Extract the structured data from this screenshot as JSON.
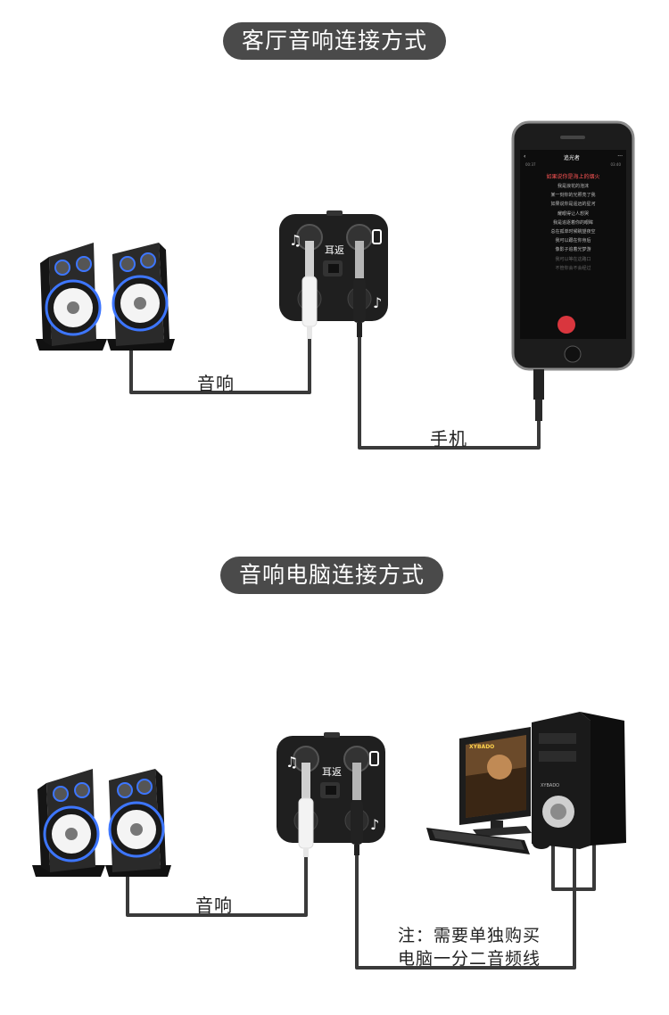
{
  "section1": {
    "title": "客厅音响连接方式",
    "speaker_label": "音响",
    "phone_label": "手机",
    "adapter_label": "耳返",
    "phone_screen": {
      "song_title": "追光者",
      "time_left": "00:37",
      "time_right": "03:40",
      "lyric_highlight": "如果说你是海上的烟火",
      "lyrics": [
        "我是浪花的泡沫",
        "某一刻你的光照亮了我",
        "如果说你是遥远的星河",
        "耀眼得让人想哭",
        "我是追逐着你的眼眸",
        "总在孤单时候眺望夜空",
        "我可以跟在你身后",
        "像影子追着光梦游",
        "我可以等在这路口",
        "不管你会不会经过"
      ]
    }
  },
  "section2": {
    "title": "音响电脑连接方式",
    "speaker_label": "音响",
    "adapter_label": "耳返",
    "monitor_brand": "XYBADO",
    "tower_brand": "XYBADO",
    "note_line1": "注：需要单独购买",
    "note_line2": "电脑一分二音频线"
  },
  "colors": {
    "pill": "#4a4a4a",
    "cable": "#3a3a3a",
    "speaker_glow": "#2f6bff",
    "record_button": "#d9363e"
  }
}
